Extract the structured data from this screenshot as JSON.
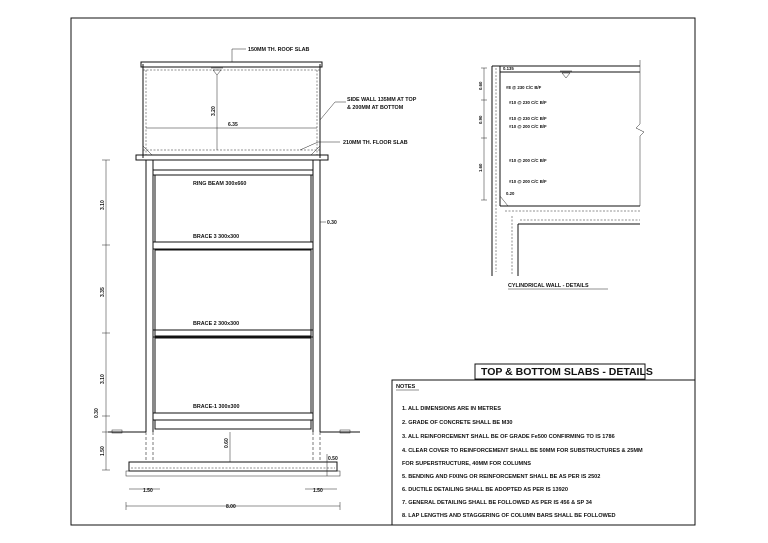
{
  "elevation": {
    "labels": {
      "roof_slab": "150MM TH. ROOF SLAB",
      "side_wall_line1": "SIDE WALL 135MM AT TOP",
      "side_wall_line2": "& 200MM AT BOTTOM",
      "floor_slab": "210MM TH. FLOOR SLAB",
      "ring_beam": "RING BEAM 300x660",
      "brace3": "BRACE 3  300x300",
      "brace2": "BRACE 2  300x300",
      "brace1": "BRACE-1 300x300"
    },
    "dimensions": {
      "tank_height": "3.20",
      "tank_diameter": "6.35",
      "column_size": "0.30",
      "panel_top": "3.10",
      "panel_mid": "3.35",
      "panel_bottom": "3.10",
      "plinth": "0.30",
      "footing_depth": "1.50",
      "footing_thickness": "0.60",
      "pcc": "0.50",
      "footing_left": "1.50",
      "footing_right": "1.50",
      "overall_width": "8.00"
    }
  },
  "wall_detail": {
    "title": "CYLINDRICAL WALL - DETAILS",
    "bars": [
      "#8 @ 230 C/C B/F",
      "#10 @ 230 C/C B/F",
      "#10 @ 230 C/C B/F",
      "#10 @ 200 C/C B/F",
      "#10 @ 200 C/C B/F",
      "#10 @ 200 C/C B/F"
    ],
    "dimensions": {
      "top_cover": "0.135",
      "seg1": "0.60",
      "seg2": "0.90",
      "seg3": "1.60",
      "bottom_thk": "0.20"
    }
  },
  "slabs_title": "TOP & BOTTOM SLABS - DETAILS",
  "notes": {
    "heading": "NOTES",
    "items": [
      "1. ALL DIMENSIONS ARE IN METRES",
      "2. GRADE OF CONCRETE SHALL BE M30",
      "3. ALL REINFORCEMENT SHALL BE OF GRADE Fe500 CONFIRMING TO IS 1786",
      "4.  CLEAR COVER TO REINFORCEMENT SHALL BE 50MM FOR SUBSTRUCTURES & 25MM",
      "FOR SUPERSTRUCTURE, 40MM FOR COLUMNS",
      "5. BENDING AND FIXING OR REINFORCEMENT SHALL BE  AS PER IS 2502",
      "6. DUCTILE DETAILING SHALL BE ADOPTED AS PER IS 13920",
      "7. GENERAL DETAILING SHALL BE FOLLOWED AS PER IS 456 & SP 34",
      "8. LAP LENGTHS AND STAGGERING OF COLUMN BARS SHALL BE FOLLOWED"
    ]
  }
}
